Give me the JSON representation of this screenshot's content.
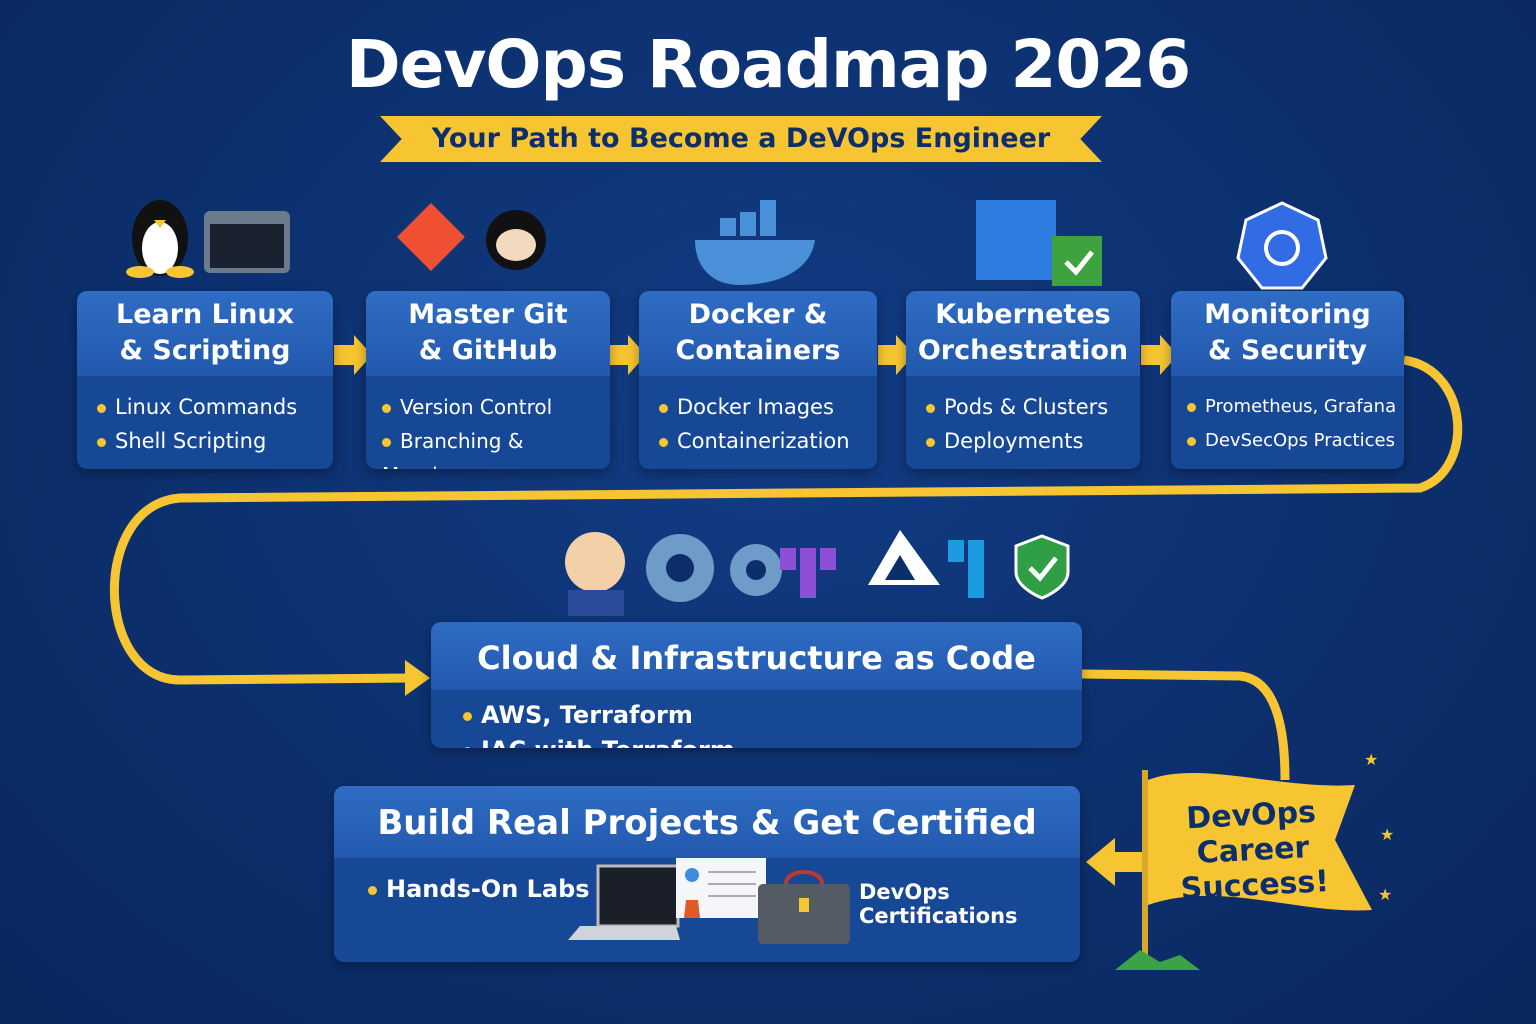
{
  "title": "DevOps Roadmap 2026",
  "subtitle": "Your Path to Become a DeVOps Engineer",
  "steps": [
    {
      "title_1": "Learn Linux",
      "title_2": "& Scripting",
      "items": [
        "Linux Commands",
        "Shell Scripting"
      ],
      "icons": [
        "linux-penguin-icon",
        "terminal-icon"
      ]
    },
    {
      "title_1": "Master Git",
      "title_2": "& GitHub",
      "items": [
        "Version Control",
        "Branching & Merging"
      ],
      "icons": [
        "git-icon",
        "github-octocat-icon"
      ]
    },
    {
      "title_1": "Docker &",
      "title_2": "Containers",
      "items": [
        "Docker Images",
        "Containerization"
      ],
      "icons": [
        "docker-whale-icon"
      ]
    },
    {
      "title_1": "Kubernetes",
      "title_2": "Orchestration",
      "items": [
        "Pods & Clusters",
        "Deployments"
      ],
      "icons": [
        "cube-check-icon"
      ]
    },
    {
      "title_1": "Monitoring",
      "title_2": "& Security",
      "items": [
        "Prometheus, Grafana",
        "DevSecOps Practices"
      ],
      "icons": [
        "kubernetes-helm-icon"
      ]
    }
  ],
  "cloud": {
    "title": "Cloud & Infrastructure as Code",
    "items": [
      "AWS, Terraform",
      "IAC with Terraform"
    ],
    "icons": [
      "jenkins-icon",
      "gear-icon",
      "gear-icon",
      "terraform-icon",
      "azure-icon",
      "terraform-icon",
      "shield-check-icon"
    ]
  },
  "build": {
    "title": "Build Real Projects & Get Certified",
    "item": "Hands-On Labs",
    "certs": "DevOps Certifications",
    "icons": [
      "laptop-icon",
      "certificate-icon",
      "briefcase-icon"
    ]
  },
  "flag": {
    "line1": "DevOps",
    "line2": "Career",
    "line3": "Success!"
  },
  "colors": {
    "background": "#0c2f6c",
    "accent": "#f7c531",
    "card_header": "#2a62b8",
    "card_body": "#174895"
  }
}
